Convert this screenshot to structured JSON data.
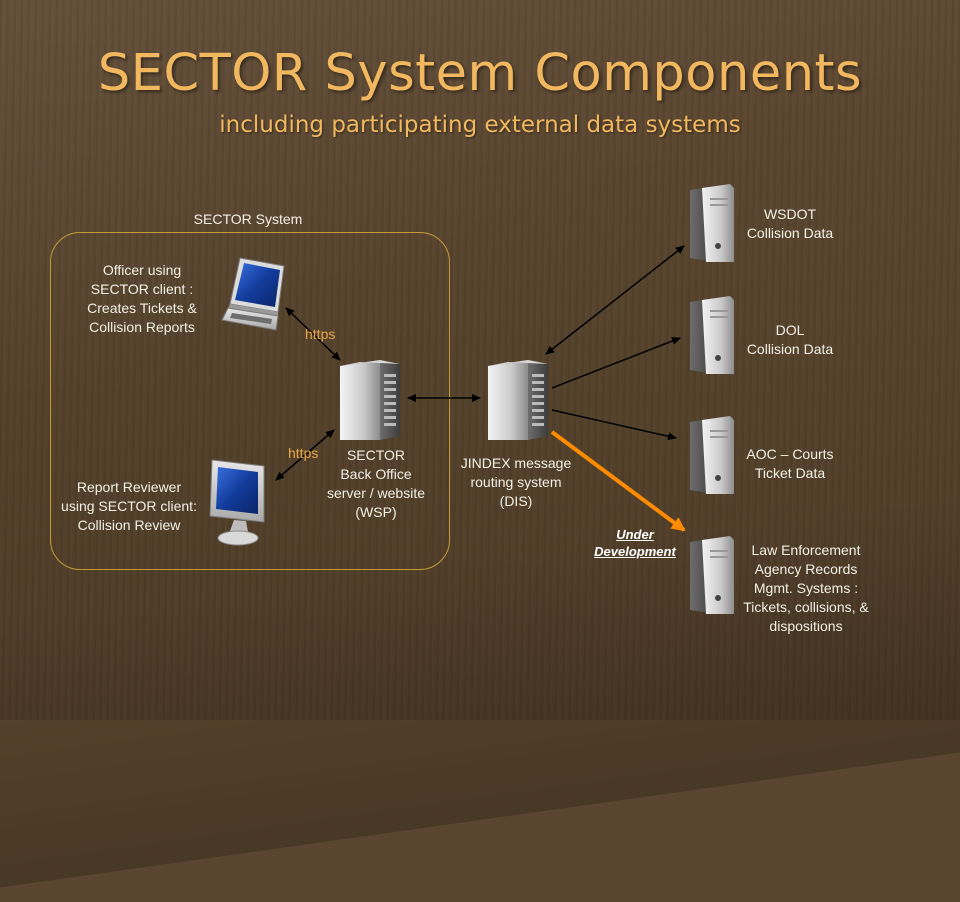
{
  "title": "SECTOR System Components",
  "subtitle": "including participating external data systems",
  "sector_system": {
    "label": "SECTOR System",
    "officer": "Officer using\nSECTOR client :\nCreates Tickets &\nCollision Reports",
    "reviewer": "Report Reviewer\nusing SECTOR client:\nCollision Review",
    "https_top": "https",
    "https_bottom": "https",
    "server": "SECTOR\nBack Office\nserver / website\n(WSP)"
  },
  "jindex": "JINDEX message\nrouting system\n(DIS)",
  "external": {
    "wsdot": "WSDOT\nCollision Data",
    "dol": "DOL\nCollision Data",
    "aoc": "AOC – Courts\nTicket Data",
    "law": "Law Enforcement\nAgency Records\nMgmt. Systems :\nTickets, collisions, &\ndispositions"
  },
  "under_development": "Under\nDevelopment",
  "colors": {
    "title": "#f2b860",
    "https": "#e6a647",
    "boundary": "#c39a36",
    "dev_arrow": "#ff8c00",
    "arrow": "#000000"
  },
  "icons": [
    "laptop-icon",
    "monitor-icon",
    "server-tower-icon"
  ]
}
